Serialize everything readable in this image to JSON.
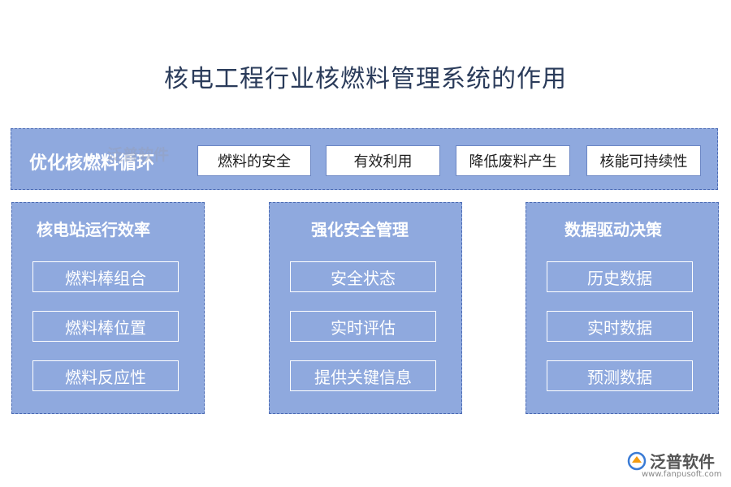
{
  "title": "核电工程行业核燃料管理系统的作用",
  "top": {
    "label": "优化核燃料循环",
    "chips": [
      "燃料的安全",
      "有效利用",
      "降低废料产生",
      "核能可持续性"
    ]
  },
  "columns": [
    {
      "title": "核电站运行效率",
      "items": [
        "燃料棒组合",
        "燃料棒位置",
        "燃料反应性"
      ]
    },
    {
      "title": "强化安全管理",
      "items": [
        "安全状态",
        "实时评估",
        "提供关键信息"
      ]
    },
    {
      "title": "数据驱动决策",
      "items": [
        "历史数据",
        "实时数据",
        "预测数据"
      ]
    }
  ],
  "watermark": "泛普软件",
  "logo": {
    "name": "泛普软件",
    "url": "www.fanpusoft.com"
  }
}
